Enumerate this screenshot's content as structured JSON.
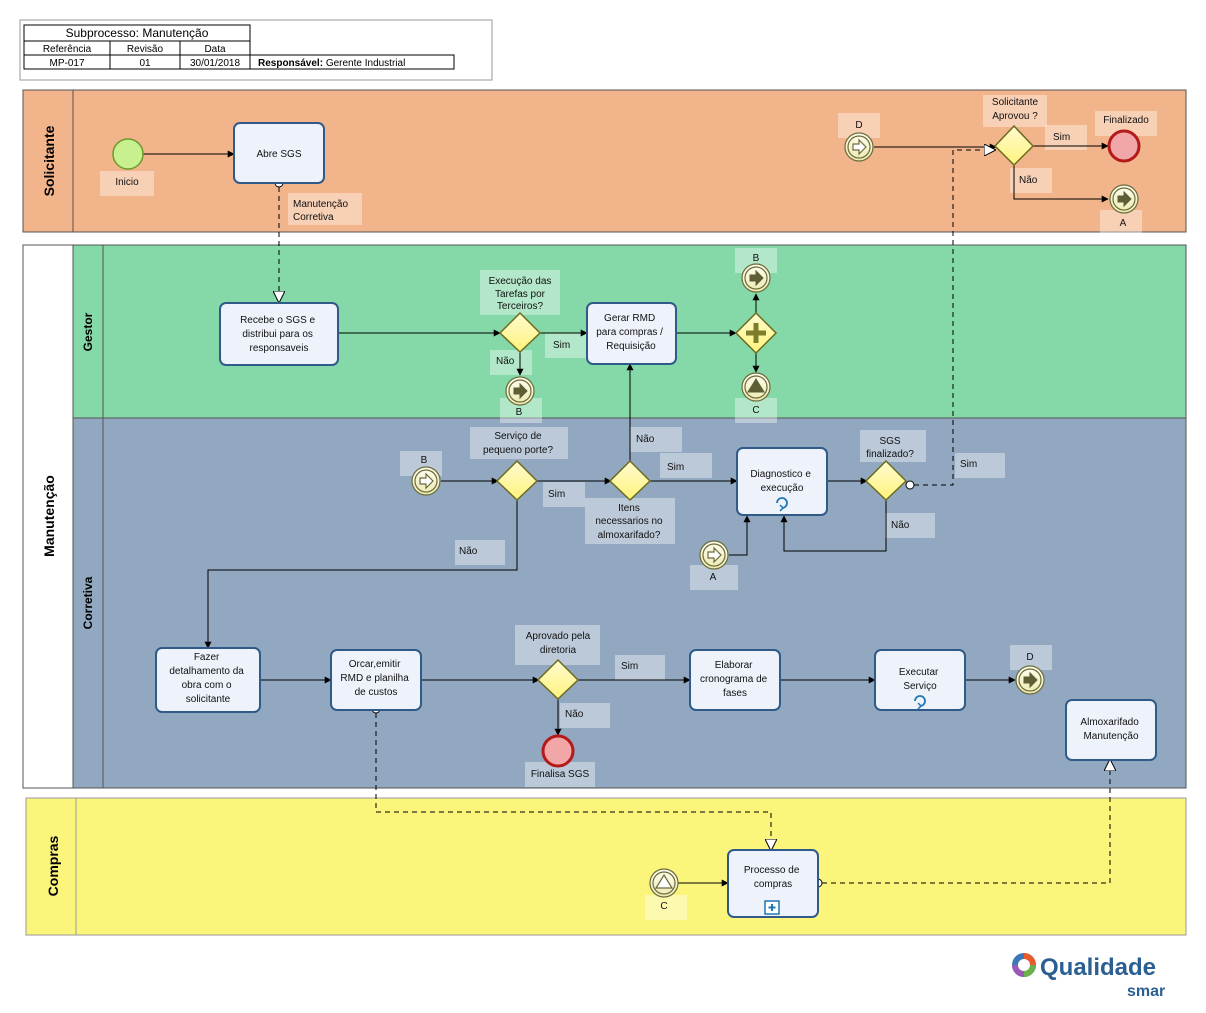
{
  "header": {
    "title": "Subprocesso: Manutenção",
    "col_ref": "Referência",
    "col_rev": "Revisão",
    "col_date": "Data",
    "ref": "MP-017",
    "rev": "01",
    "date": "30/01/2018",
    "resp_label": "Responsável:",
    "resp_value": "Gerente Industrial"
  },
  "pools": {
    "solicitante": "Solicitante",
    "manutencao": "Manutenção",
    "compras": "Compras"
  },
  "lanes": {
    "gestor": "Gestor",
    "corretiva": "Corretiva"
  },
  "tasks": {
    "abre": "Abre SGS",
    "recebe": [
      "Recebe o SGS e",
      "distribui para os",
      "responsaveis"
    ],
    "gerar": [
      "Gerar RMD",
      "para compras /",
      "Requisição"
    ],
    "diag": [
      "Diagnostico e",
      "execução"
    ],
    "fazer": [
      "Fazer",
      "detalhamento da",
      "obra com o",
      "solicitante"
    ],
    "orcar": [
      "Orcar,emitir",
      "RMD e planilha",
      "de custos"
    ],
    "elaborar": [
      "Elaborar",
      "cronograma de",
      "fases"
    ],
    "executar": [
      "Executar",
      "Serviço"
    ],
    "almox": [
      "Almoxarifado",
      "Manutenção"
    ],
    "processo": [
      "Processo de",
      "compras"
    ]
  },
  "events": {
    "inicio": "Inicio",
    "finalizado": "Finalizado",
    "finaliza_sgs": "Finalisa SGS",
    "d": "D",
    "a": "A",
    "b": "B",
    "c": "C"
  },
  "gateways": {
    "aprovou": [
      "Solicitante",
      "Aprovou ?"
    ],
    "terceiros": [
      "Execução das",
      "Tarefas por",
      "Terceiros?"
    ],
    "pequeno": [
      "Serviço de",
      "pequeno porte?"
    ],
    "itens": [
      "Itens",
      "necessarios no",
      "almoxarifado?"
    ],
    "finalizado": [
      "SGS",
      "finalizado?"
    ],
    "diretoria": [
      "Aprovado pela",
      "diretoria"
    ]
  },
  "flow_labels": {
    "manut_corr": [
      "Manutenção",
      "Corretiva"
    ],
    "sim": "Sim",
    "nao": "Não"
  },
  "brand": {
    "name": "Qualidade",
    "sub": "smar"
  },
  "colors": {
    "solicitante": "#f2b48a",
    "gestor": "#85d8a8",
    "corretiva": "#91a8c0",
    "compras": "#fcf57c",
    "task_fill": "#eef2fb",
    "task_stroke": "#2f5a8a",
    "gateway": "#fff79a",
    "start": "#c9f08f",
    "end": "#f1a7a7",
    "event_ring": "#6b6b3a"
  }
}
